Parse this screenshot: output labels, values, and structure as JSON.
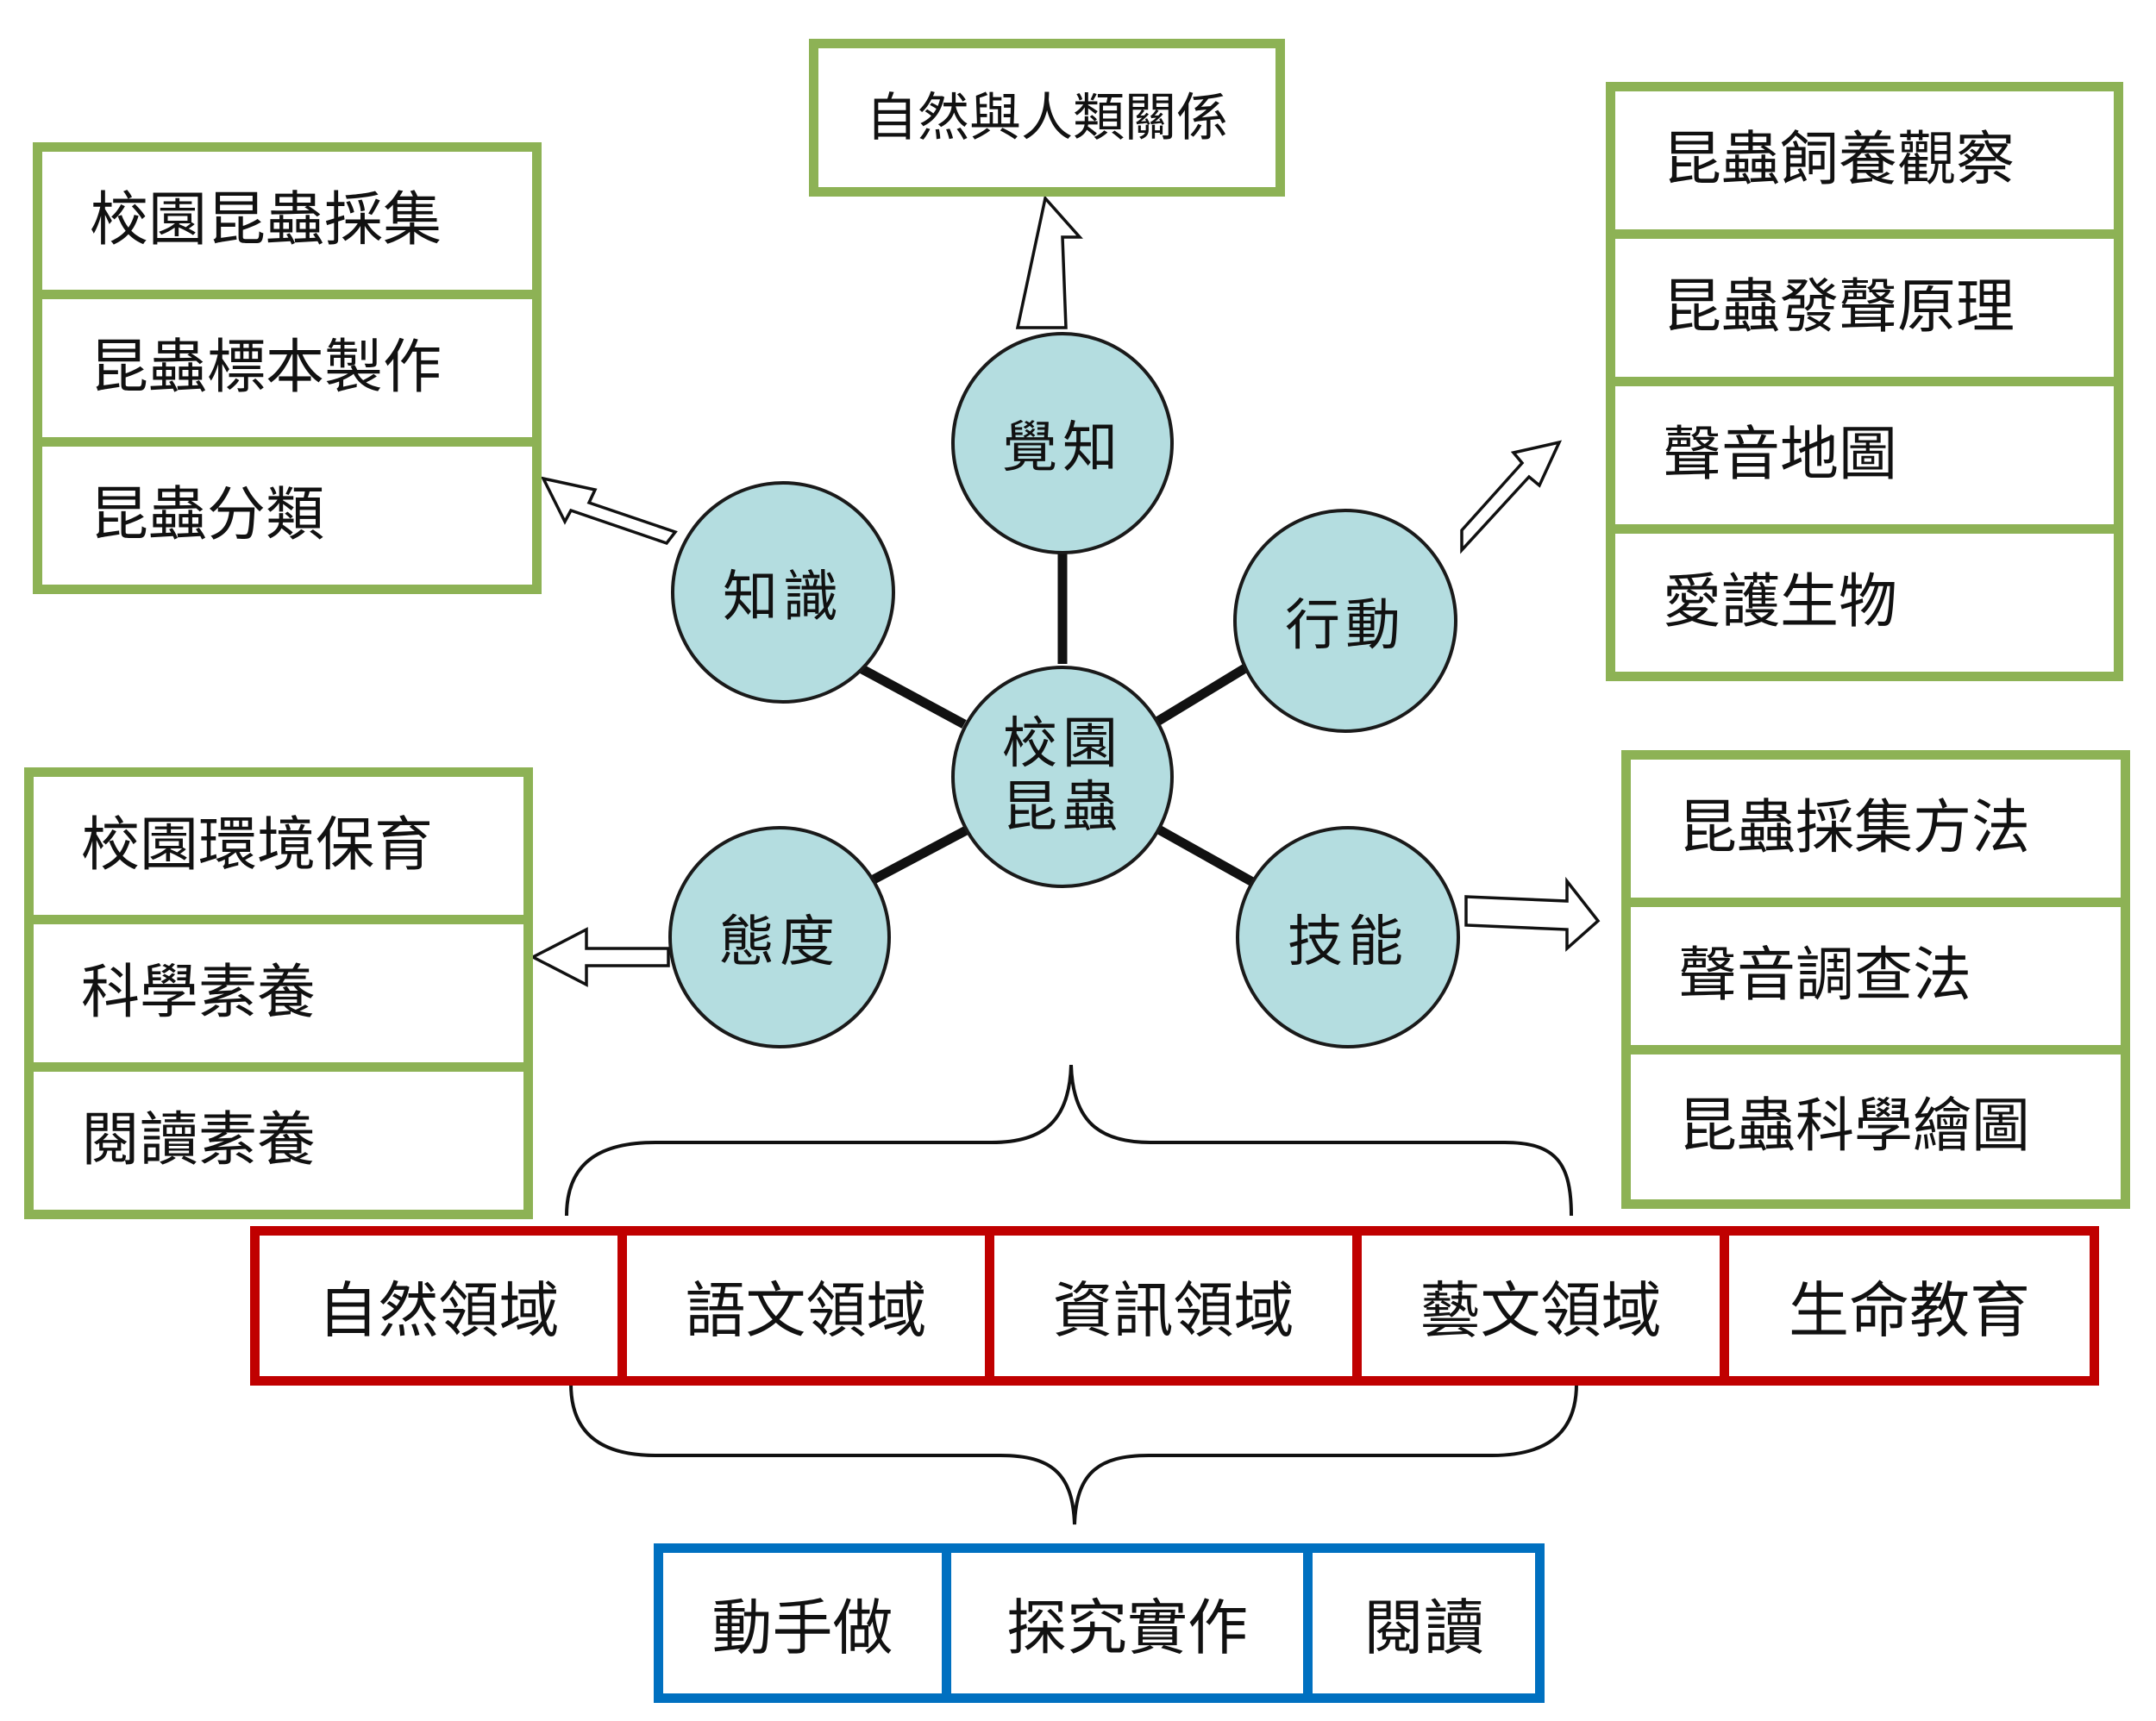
{
  "center": {
    "line1": "校園",
    "line2": "昆蟲"
  },
  "nodes": {
    "awareness": "覺知",
    "knowledge": "知識",
    "action": "行動",
    "attitude": "態度",
    "skill": "技能"
  },
  "awareness_box": {
    "label": "自然與人類關係"
  },
  "knowledge_boxes": [
    "校園昆蟲採集",
    "昆蟲標本製作",
    "昆蟲分類"
  ],
  "action_boxes": [
    "昆蟲飼養觀察",
    "昆蟲發聲原理",
    "聲音地圖",
    "愛護生物"
  ],
  "attitude_boxes": [
    "校園環境保育",
    "科學素養",
    "閱讀素養"
  ],
  "skill_boxes": [
    "昆蟲採集方法",
    "聲音調查法",
    "昆蟲科學繪圖"
  ],
  "domains": [
    "自然領域",
    "語文領域",
    "資訊領域",
    "藝文領域",
    "生命教育"
  ],
  "methods": [
    "動手做",
    "探究實作",
    "閱讀"
  ],
  "colors": {
    "green_border": "#8DB255",
    "red_border": "#C00000",
    "blue_border": "#0070C0",
    "node_fill": "#B4DDE0"
  }
}
